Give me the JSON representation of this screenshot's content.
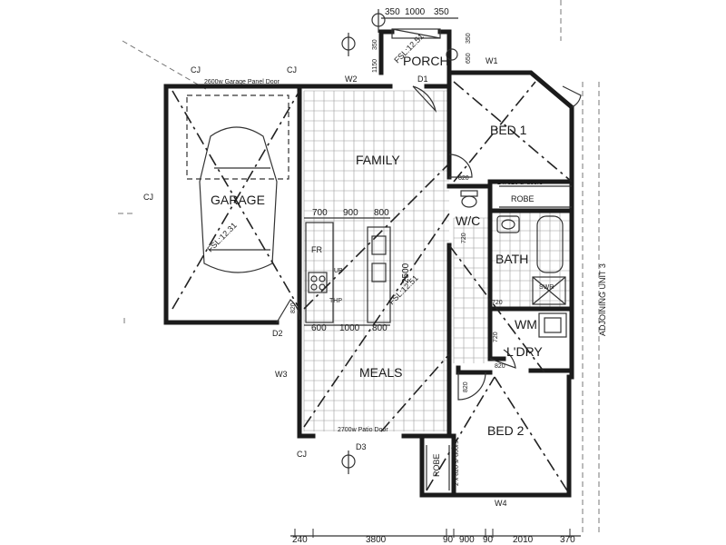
{
  "rooms": {
    "porch": "PORCH",
    "bed1": "BED 1",
    "family": "FAMILY",
    "garage": "GARAGE",
    "robe1": "ROBE",
    "wc": "W/C",
    "bath": "BATH",
    "wm": "WM",
    "ldry": "L'DRY",
    "meals": "MEALS",
    "bed2": "BED 2",
    "robe2": "ROBE",
    "fr": "FR",
    "ub": "UB",
    "thp": "THP",
    "swr": "SWR"
  },
  "tags": {
    "w1": "W1",
    "w2": "W2",
    "w3": "W3",
    "w4": "W4",
    "d1": "D1",
    "d2": "D2",
    "d3": "D3",
    "cj1": "CJ",
    "cj2": "CJ",
    "cj3": "CJ",
    "cj4": "CJ"
  },
  "notes": {
    "garage_door": "2600w Garage Panel Door",
    "patio_door": "2700w Patio Door",
    "bed1_robe": "2 x 820 s/ doors",
    "bed2_robe": "2 x 820 s/ doors",
    "fsl_porch": "FSL:12.51",
    "fsl_garage": "FSL:12.31",
    "fsl_meals": "FSL:12.51",
    "adjoining": "ADJOINING UNIT 3"
  },
  "dims": {
    "top": [
      "350",
      "1000",
      "350"
    ],
    "porch_v1": "350",
    "porch_v2": "1150",
    "porch_v3": "650",
    "porch_v4": "350",
    "kitchen_top": [
      "700",
      "900",
      "800"
    ],
    "kitchen_bottom": [
      "600",
      "1000",
      "800"
    ],
    "bench": "2500",
    "door_820a": "820",
    "door_820b": "820",
    "door_820c": "820",
    "door_820d": "820",
    "door_720a": "720",
    "door_720b": "720",
    "door_720c": "720",
    "bottom": [
      "240",
      "3800",
      "90",
      "900",
      "90",
      "2010",
      "370"
    ]
  }
}
